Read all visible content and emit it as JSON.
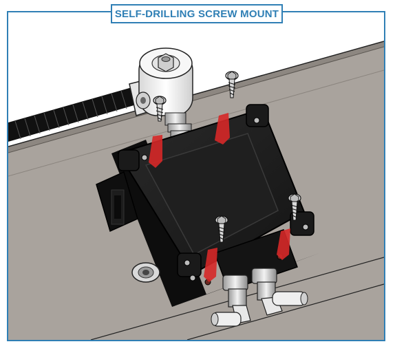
{
  "header": {
    "title": "SELF-DRILLING SCREW MOUNT"
  },
  "colors": {
    "frame_border": "#2f7fb5",
    "title_text": "#2f7fb5",
    "mounting_surface": "#a9a39d",
    "enclosure": "#1b1b1b",
    "arrow": "#d62828"
  },
  "illustration": {
    "screw_count": 4,
    "direction_arrow_count": 4
  }
}
